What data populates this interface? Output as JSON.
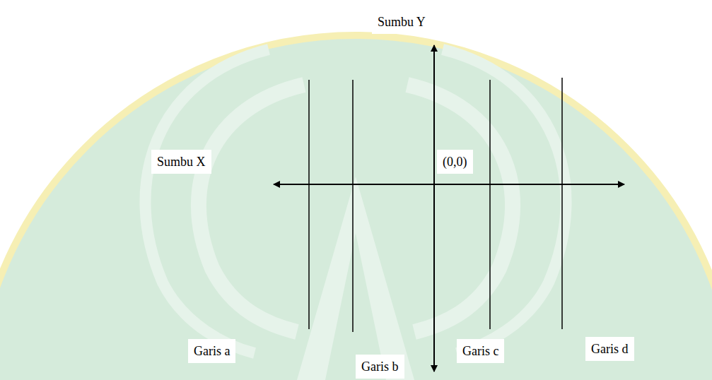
{
  "diagram": {
    "labels": [
      "Sumbu Y",
      "Sumbu X",
      "(0,0)",
      "Garis a",
      "Garis b",
      "Garis c",
      "Garis d"
    ]
  }
}
